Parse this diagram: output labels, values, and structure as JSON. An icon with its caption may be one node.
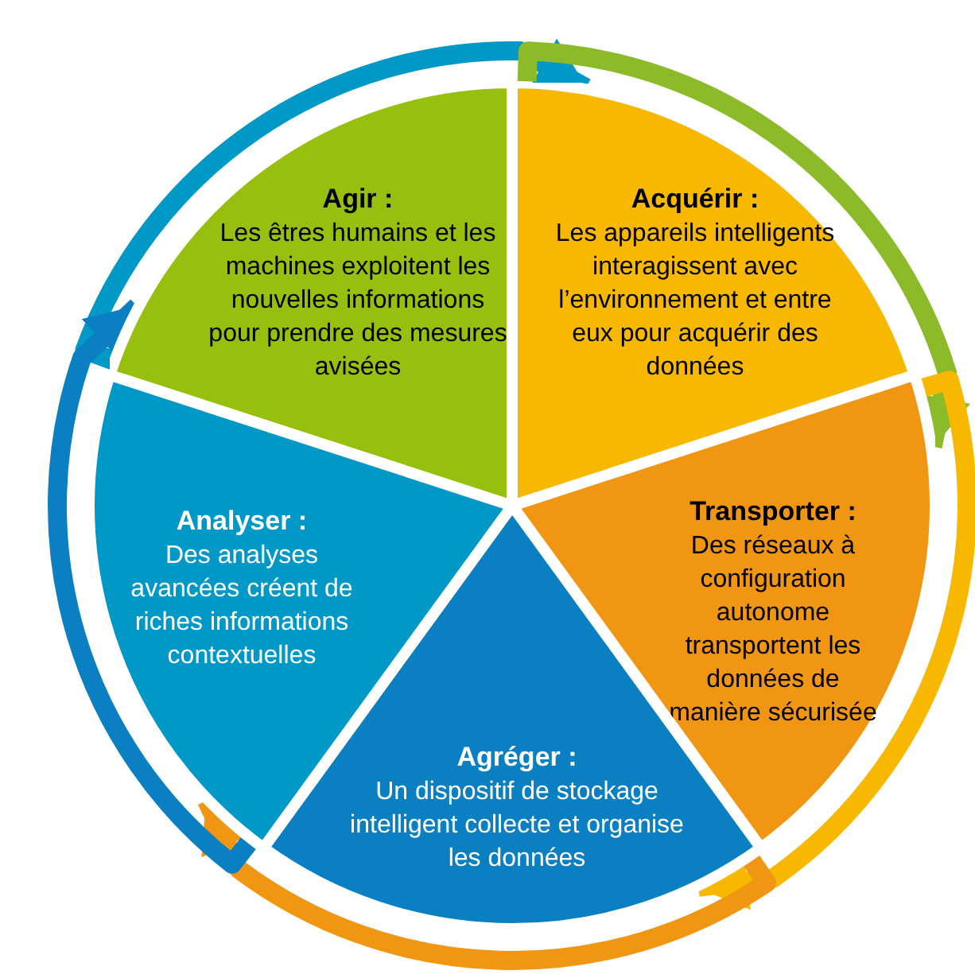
{
  "diagram": {
    "nodes": [
      {
        "text": [
          "Agir :",
          "Les êtres humains et les machines exploitent les nouvelles informations pour prendre des mesures avisées"
        ]
      },
      {
        "text": [
          "Acquérir :",
          "Les appareils intelligents interagissent avec l’environnement et entre eux pour acquérir des données"
        ]
      },
      {
        "text": [
          "Transporter :",
          "Des réseaux à configuration autonome transportent les données de manière sécurisée"
        ]
      },
      {
        "text": [
          "Agréger :",
          "Un dispositif de stockage intelligent collecte et organise les données"
        ]
      },
      {
        "text": [
          "Analyser :",
          "Des analyses avancées créent de riches informations contextuelles"
        ]
      }
    ],
    "edges": [
      {
        "from": 0,
        "to": 1,
        "arrow": "to",
        "color": "#0098c6"
      },
      {
        "from": 1,
        "to": 2,
        "arrow": "to",
        "color": "#8cbb2a"
      },
      {
        "from": 2,
        "to": 3,
        "arrow": "to",
        "color": "#f8b800"
      },
      {
        "from": 3,
        "to": 4,
        "arrow": "to",
        "color": "#f09613"
      },
      {
        "from": 4,
        "to": 0,
        "arrow": "to",
        "color": "#0a7fc1"
      }
    ]
  }
}
